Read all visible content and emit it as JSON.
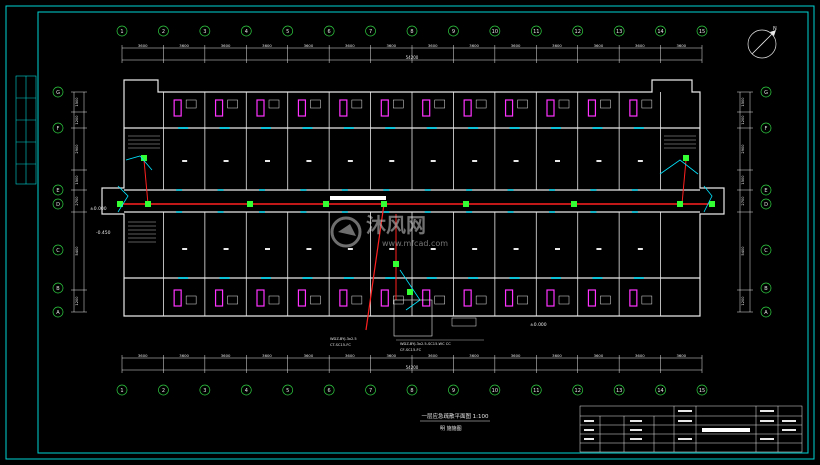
{
  "drawing": {
    "title": "一层应急疏散平面图 1:100",
    "subtitle": "明 施施图",
    "overall_dimension": "54200",
    "top_dimension": "54200",
    "north_label": "N"
  },
  "grid_columns": [
    "1",
    "2",
    "3",
    "4",
    "5",
    "6",
    "7",
    "8",
    "9",
    "10",
    "11",
    "12",
    "13",
    "14",
    "15"
  ],
  "grid_rows": [
    "A",
    "B",
    "C",
    "D",
    "E",
    "F",
    "G"
  ],
  "column_spacings": [
    "3600",
    "3600",
    "3600",
    "3600",
    "3600",
    "3600",
    "3600",
    "3600",
    "3600",
    "3600",
    "3600",
    "3600",
    "3600",
    "3600"
  ],
  "row_dims_left": [
    "1500",
    "1200",
    "2900",
    "1500",
    "2700",
    "5400",
    "1200"
  ],
  "row_dims_right": [
    "1500",
    "1200",
    "2900",
    "1500",
    "2700",
    "5400",
    "1200"
  ],
  "annotations": {
    "left_level": "-0.450",
    "stair_level": "±0.000",
    "corridor_level": "±0.000",
    "riser_label_1": "WDZ-BYJ-3x2.5",
    "riser_label_2": "CT-SC15-FC",
    "cable_label_1": "WDZ-BYJ-3x2.5-SC15-WC CC",
    "cable_label_2": "CF-SC15-FC"
  },
  "title_block": {
    "project": "",
    "rows": 5
  },
  "watermark": {
    "brand": "沐风网",
    "url": "www.mfcad.com"
  },
  "colors": {
    "background": "#000000",
    "frame": "#00d4d4",
    "wall": "#e8e8e8",
    "grid": "#2ecc40",
    "red_line": "#ff2020",
    "magenta": "#ff33ff",
    "cyan": "#00e5ff",
    "green": "#33ff33"
  }
}
